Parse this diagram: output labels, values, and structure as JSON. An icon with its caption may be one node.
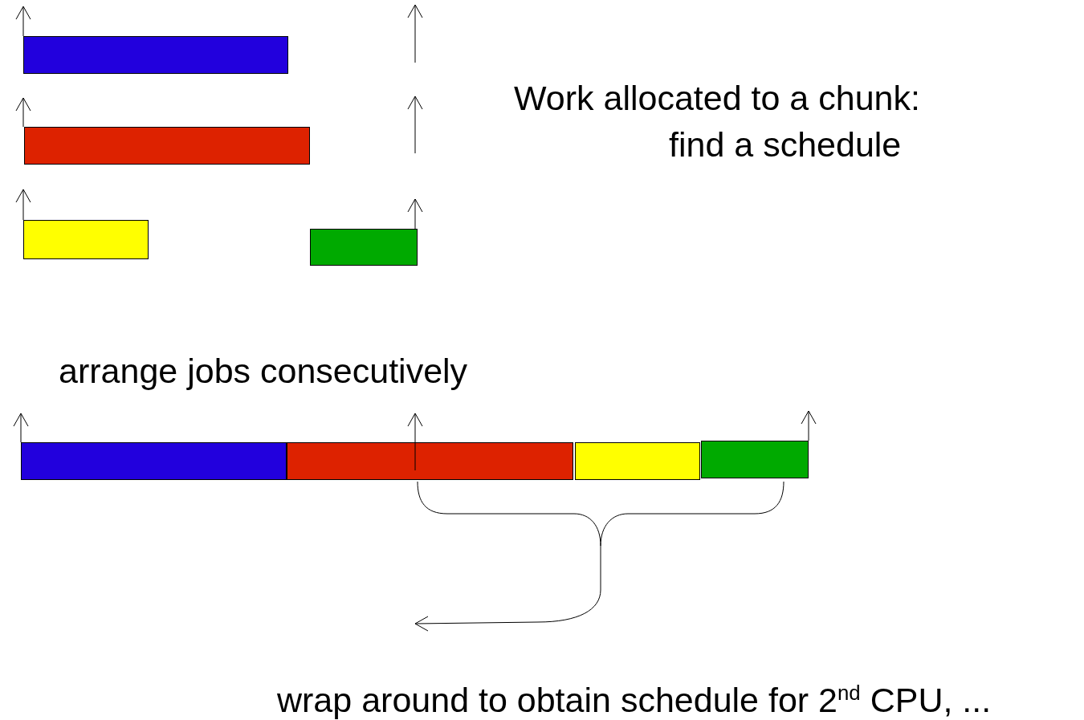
{
  "diagram": {
    "nodes": [
      {
        "text": [],
        "shape": "bar"
      },
      {
        "text": [],
        "shape": "bar"
      },
      {
        "text": [],
        "shape": "bar"
      },
      {
        "text": [],
        "shape": "bar"
      },
      {
        "text": [],
        "shape": "bar"
      },
      {
        "text": [],
        "shape": "bar"
      },
      {
        "text": [],
        "shape": "bar"
      },
      {
        "text": [],
        "shape": "bar"
      }
    ],
    "labels": [
      "Work allocated to a chunk:",
      "find a schedule",
      "arrange jobs consecutively",
      "wrap around to obtain schedule for 2$^{nd}$ CPU, ..."
    ]
  }
}
